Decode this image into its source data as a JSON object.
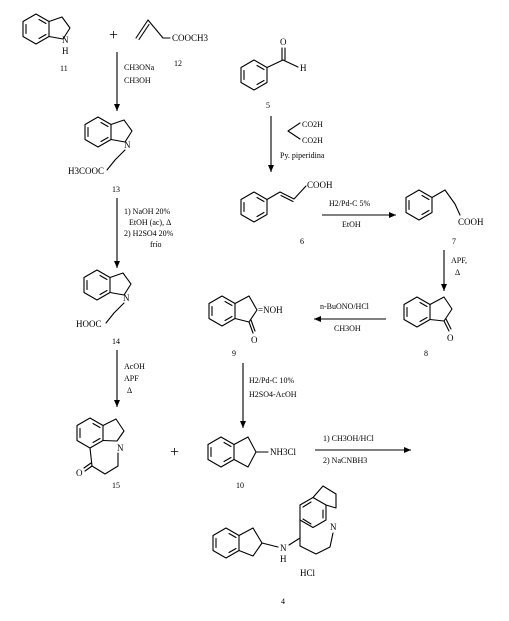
{
  "compounds": {
    "c11": {
      "number": "11",
      "atom_N": "N",
      "atom_H": "H"
    },
    "c12": {
      "number": "12",
      "group": "COOCH3"
    },
    "c13": {
      "number": "13",
      "atom_N": "N",
      "group": "H3COOC"
    },
    "c14": {
      "number": "14",
      "atom_N": "N",
      "group": "HOOC"
    },
    "c15": {
      "number": "15",
      "atom_N": "N",
      "atom_O": "O"
    },
    "c5": {
      "number": "5",
      "atom_O": "O",
      "atom_H": "H"
    },
    "malonic": {
      "group_top": "CO2H",
      "group_bottom": "CO2H"
    },
    "c6": {
      "number": "6",
      "group": "COOH"
    },
    "c7": {
      "number": "7",
      "group": "COOH"
    },
    "c8": {
      "number": "8",
      "atom_O": "O"
    },
    "c9": {
      "number": "9",
      "group": "=NOH",
      "atom_O": "O"
    },
    "c10": {
      "number": "10",
      "group": "NH3Cl"
    },
    "c4": {
      "number": "4",
      "atom_N": "N",
      "atom_NH": "N",
      "atom_H": "H",
      "salt": "HCl"
    }
  },
  "plus_signs": {
    "first": "+",
    "second": "+"
  },
  "conditions": {
    "step_11_13": [
      "CH3ONa",
      "CH3OH"
    ],
    "step_5_6": [
      "Py. piperidina"
    ],
    "step_13_14": [
      "1) NaOH 20%",
      "EtOH (ac), Δ",
      "2) H2SO4 20%",
      "frío"
    ],
    "step_6_7": [
      "H2/Pd-C 5%",
      "EtOH"
    ],
    "step_7_8": [
      "APF,",
      "Δ"
    ],
    "step_8_9": [
      "n-BuONO/HCl",
      "CH3OH"
    ],
    "step_14_15": [
      "AcOH",
      "APF",
      "Δ"
    ],
    "step_9_10": [
      "H2/Pd-C 10%",
      "H2SO4-AcOH"
    ],
    "step_15_4": [
      "1) CH3OH/HCl",
      "2) NaCNBH3"
    ]
  }
}
